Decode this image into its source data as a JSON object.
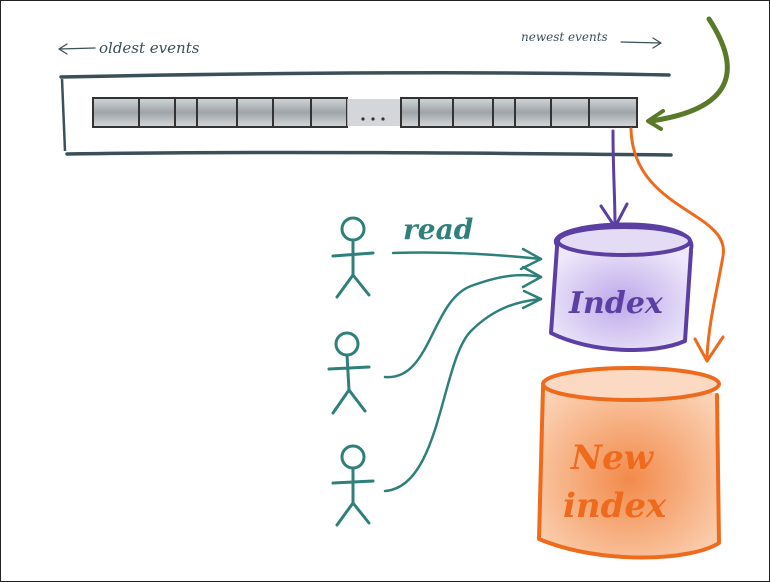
{
  "labels": {
    "oldest": "oldest events",
    "newest": "newest events",
    "read": "read",
    "index": "Index",
    "new_index_line1": "New",
    "new_index_line2": "index"
  },
  "colors": {
    "stream_line": "#3a4f57",
    "event_cell": "#b9bec2",
    "producer_arrow": "#5a7a2a",
    "index": "#5b3fa3",
    "index_fill": "#cdbfe8",
    "new_index": "#ee6a1c",
    "new_index_fill": "#f7a673",
    "reader": "#2f7f7a"
  },
  "icons": [
    "stick-figure-icon",
    "arrow-icon"
  ]
}
